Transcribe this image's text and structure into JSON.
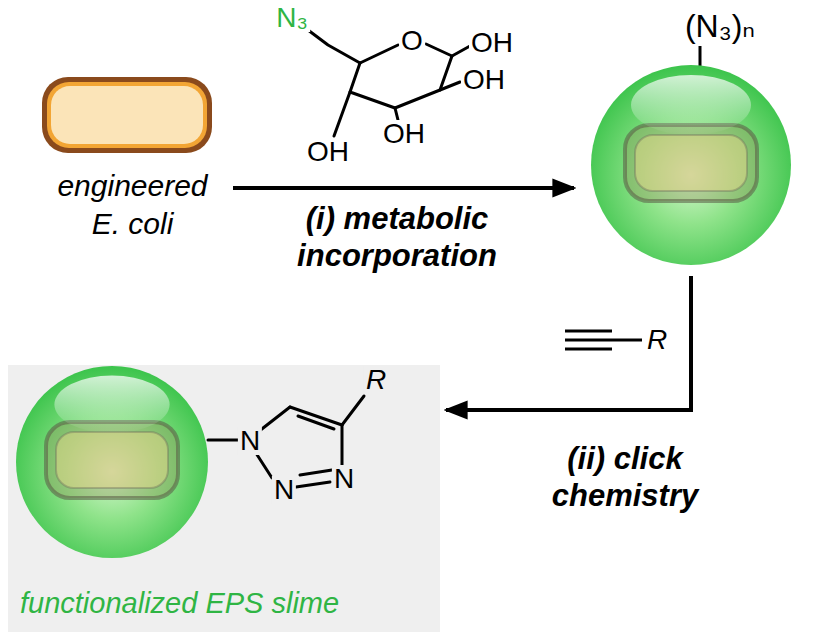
{
  "diagram": {
    "nodes": [
      {
        "text": [
          "engineered E. coli"
        ]
      },
      {
        "text": [
          "(N₃)ₙ"
        ]
      },
      {
        "text": [
          "functionalized EPS slime"
        ]
      }
    ],
    "edges": [
      {
        "from": 0,
        "to": 1,
        "arrow": "to",
        "label": "(i) metabolic incorporation"
      },
      {
        "from": 1,
        "to": 2,
        "arrow": "to",
        "label": "(ii) click chemistry"
      }
    ],
    "labels": [
      "N₃",
      "O",
      "OH",
      "OH",
      "OH",
      "OH",
      "R",
      "N",
      "N",
      "N",
      "R"
    ]
  }
}
